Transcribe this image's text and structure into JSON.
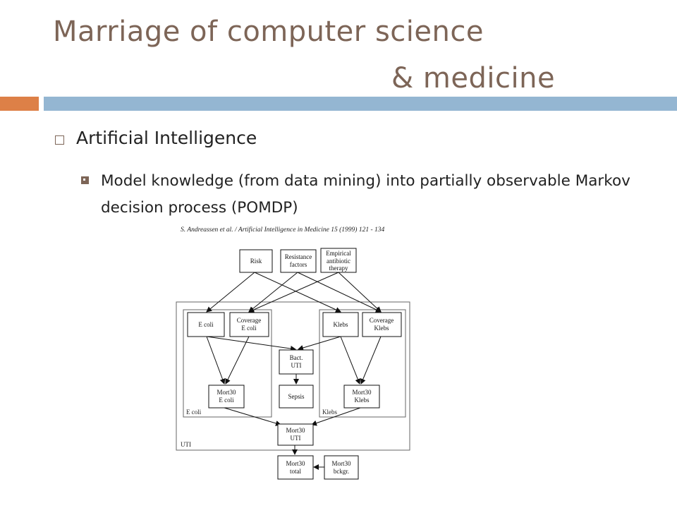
{
  "slide": {
    "title_line1": "Marriage of computer science",
    "title_line2": "& medicine",
    "bullet1": "Artificial Intelligence",
    "bullet2": "Model knowledge (from data mining) into partially observable Markov decision process (POMDP)"
  },
  "figure": {
    "citation": "S. Andreassen et al. / Artificial Intelligence in Medicine 15 (1999) 121 - 134",
    "nodes": {
      "risk": "Risk",
      "resistance_1": "Resistance",
      "resistance_2": "factors",
      "empirical_1": "Empirical",
      "empirical_2": "antibiotic",
      "empirical_3": "therapy",
      "ecoli": "E coli",
      "coverage_ecoli_1": "Coverage",
      "coverage_ecoli_2": "E coli",
      "klebs": "Klebs",
      "coverage_klebs_1": "Coverage",
      "coverage_klebs_2": "Klebs",
      "bact_1": "Bact.",
      "bact_2": "UTI",
      "sepsis": "Sepsis",
      "mort_ecoli_1": "Mort30",
      "mort_ecoli_2": "E coli",
      "mort_klebs_1": "Mort30",
      "mort_klebs_2": "Klebs",
      "mort_uti_1": "Mort30",
      "mort_uti_2": "UTI",
      "mort_total_1": "Mort30",
      "mort_total_2": "total",
      "mort_bckgr_1": "Mort30",
      "mort_bckgr_2": "bckgr."
    },
    "groups": {
      "ecoli": "E coli",
      "klebs": "Klebs",
      "uti": "UTI"
    }
  }
}
